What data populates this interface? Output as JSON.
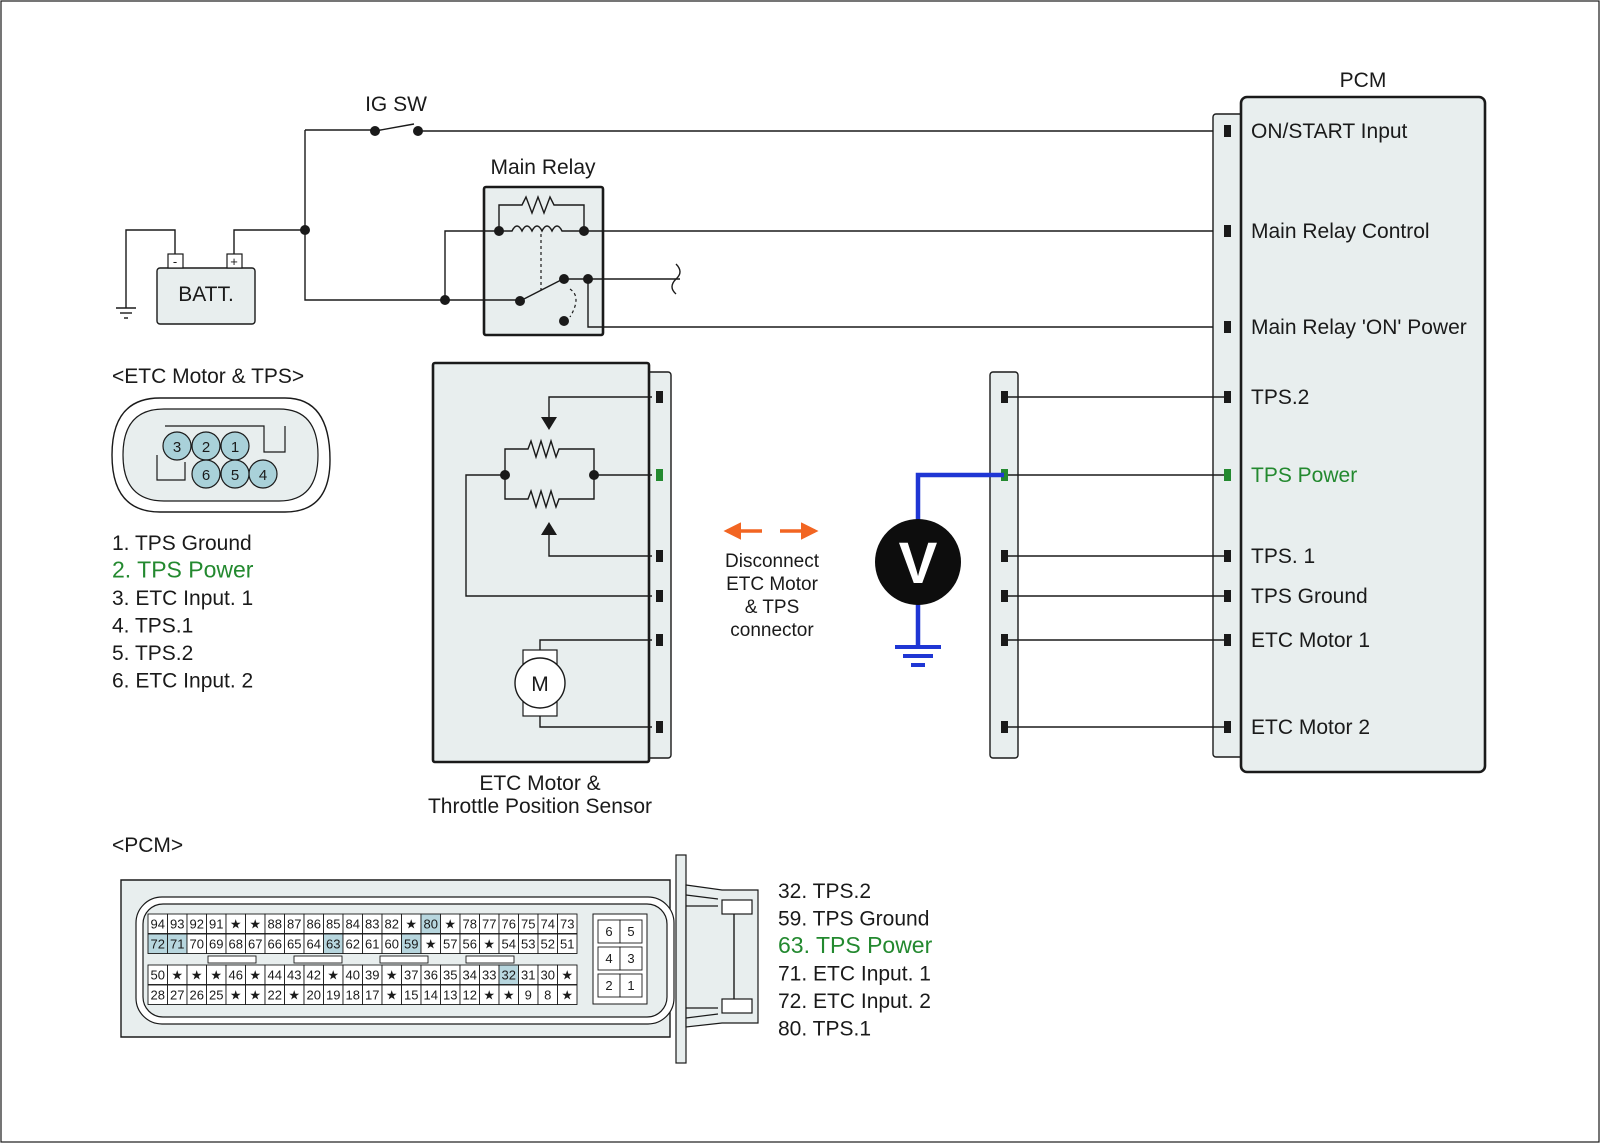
{
  "colors": {
    "highlight_text": "#23892f",
    "probe_wire": "#1f36d4",
    "arrow": "#f26522",
    "panel_fill": "#e8eeee",
    "pin_fill": "#a9d1d9",
    "pin_highlight": "#b7d6de"
  },
  "labels": {
    "ig_sw": "IG SW",
    "main_relay": "Main Relay",
    "battery": "BATT.",
    "batt_minus": "-",
    "batt_plus": "+",
    "pcm": "PCM",
    "etc_connector_title": "<ETC Motor & TPS>",
    "etc_module_line1": "ETC Motor &",
    "etc_module_line2": "Throttle Position Sensor",
    "motor": "M",
    "voltmeter": "V",
    "disconnect": [
      "Disconnect",
      "ETC Motor",
      "& TPS",
      "connector"
    ],
    "pcm_connector_title": "<PCM>"
  },
  "pcm_terminals": [
    {
      "label": "ON/START Input",
      "highlight": false
    },
    {
      "label": "Main Relay Control",
      "highlight": false
    },
    {
      "label": "Main Relay 'ON' Power",
      "highlight": false
    },
    {
      "label": "TPS.2",
      "highlight": false
    },
    {
      "label": "TPS Power",
      "highlight": true
    },
    {
      "label": "TPS. 1",
      "highlight": false
    },
    {
      "label": "TPS Ground",
      "highlight": false
    },
    {
      "label": "ETC Motor 1",
      "highlight": false
    },
    {
      "label": "ETC Motor 2",
      "highlight": false
    }
  ],
  "etc_pins": [
    "1",
    "2",
    "3",
    "4",
    "5",
    "6"
  ],
  "etc_pin_list": [
    {
      "text": "1. TPS Ground",
      "highlight": false
    },
    {
      "text": "2. TPS Power",
      "highlight": true
    },
    {
      "text": "3. ETC Input. 1",
      "highlight": false
    },
    {
      "text": "4. TPS.1",
      "highlight": false
    },
    {
      "text": "5. TPS.2",
      "highlight": false
    },
    {
      "text": "6. ETC Input. 2",
      "highlight": false
    }
  ],
  "pcm_pin_list": [
    {
      "text": "32. TPS.2",
      "highlight": false
    },
    {
      "text": "59. TPS Ground",
      "highlight": false
    },
    {
      "text": "63. TPS Power",
      "highlight": true
    },
    {
      "text": "71. ETC Input. 1",
      "highlight": false
    },
    {
      "text": "72. ETC Input. 2",
      "highlight": false
    },
    {
      "text": "80. TPS.1",
      "highlight": false
    }
  ],
  "pcm_connector_rows": [
    [
      "94",
      "93",
      "92",
      "91",
      "★",
      "★",
      "88",
      "87",
      "86",
      "85",
      "84",
      "83",
      "82",
      "★",
      "80",
      "★",
      "78",
      "77",
      "76",
      "75",
      "74",
      "73"
    ],
    [
      "72",
      "71",
      "70",
      "69",
      "68",
      "67",
      "66",
      "65",
      "64",
      "63",
      "62",
      "61",
      "60",
      "59",
      "★",
      "57",
      "56",
      "★",
      "54",
      "53",
      "52",
      "51"
    ],
    [
      "50",
      "★",
      "★",
      "★",
      "46",
      "★",
      "44",
      "43",
      "42",
      "★",
      "40",
      "39",
      "★",
      "37",
      "36",
      "35",
      "34",
      "33",
      "32",
      "31",
      "30",
      "★"
    ],
    [
      "28",
      "27",
      "26",
      "25",
      "★",
      "★",
      "22",
      "★",
      "20",
      "19",
      "18",
      "17",
      "★",
      "15",
      "14",
      "13",
      "12",
      "★",
      "★",
      "9",
      "8",
      "★"
    ]
  ],
  "pcm_connector_highlights": [
    "80",
    "72",
    "71",
    "63",
    "59",
    "32"
  ],
  "pcm_connector_side": [
    "6",
    "5",
    "4",
    "3",
    "2",
    "1"
  ]
}
